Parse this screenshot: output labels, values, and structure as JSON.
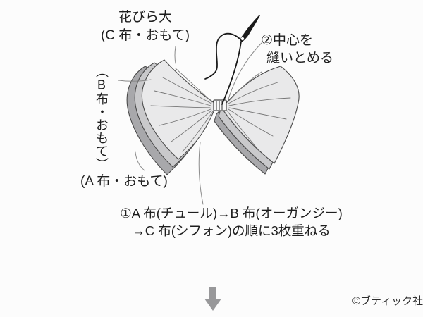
{
  "diagram": {
    "petal_title": {
      "line1": "花びら大",
      "line2": "(C 布・おもて)"
    },
    "step2_label": {
      "line1": "②中心を",
      "line2": "縫いとめる"
    },
    "fabric_b_label": "（B布・おもて）",
    "fabric_a_label": "(A 布・おもて)",
    "step1_label": {
      "line1": "①A 布(チュール)→B 布(オーガンジー)",
      "line2": "→C 布(シフォン)の順に3枚重ねる"
    },
    "colors": {
      "fabric_c_top": "#e9e9ea",
      "fabric_b_middle": "#c9c9cb",
      "fabric_a_bottom": "#a8a8ab",
      "outline": "#4a4a4a",
      "thread": "#1a1a1a",
      "leader_line": "#8a8a8a",
      "stitch_wrap_fill": "#f7f7f7",
      "arrow": "#98989a"
    }
  },
  "footer": {
    "copyright": "©ブティック社"
  }
}
